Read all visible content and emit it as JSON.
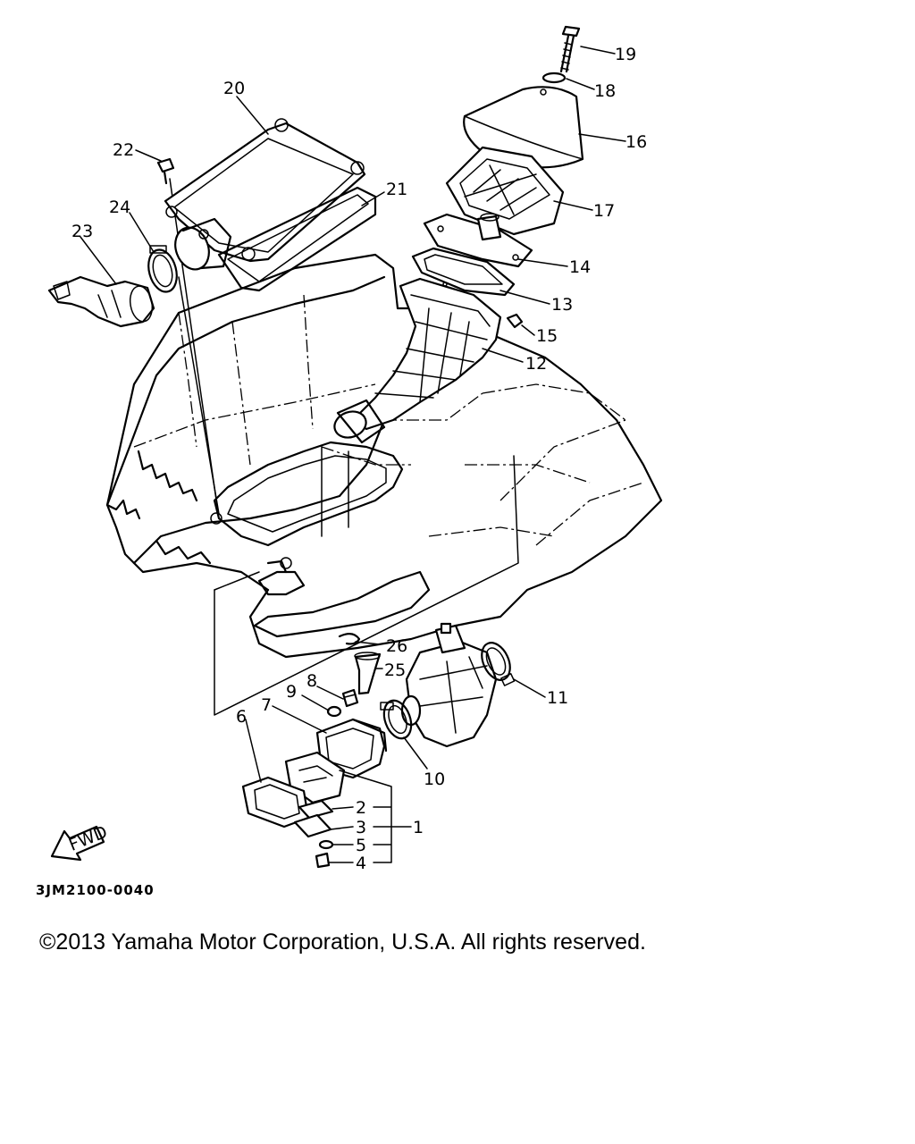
{
  "diagram": {
    "code": "3JM2100-0040",
    "fwd_badge": "FWD",
    "callouts": [
      "1",
      "2",
      "3",
      "4",
      "5",
      "6",
      "7",
      "8",
      "9",
      "10",
      "11",
      "12",
      "13",
      "14",
      "15",
      "16",
      "17",
      "18",
      "19",
      "20",
      "21",
      "22",
      "23",
      "24",
      "25",
      "26"
    ]
  },
  "footer": {
    "copyright": "©2013 Yamaha Motor Corporation, U.S.A. All rights reserved."
  }
}
